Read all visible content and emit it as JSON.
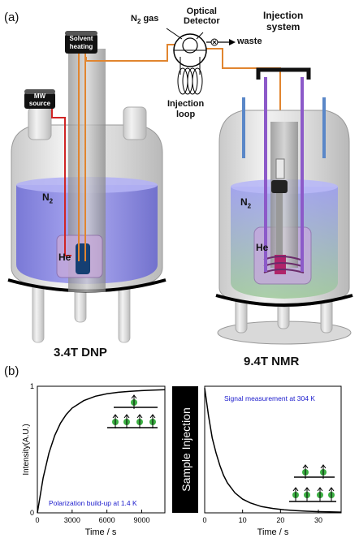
{
  "panel_a": {
    "label": "(a)",
    "n2_gas": "N",
    "n2_gas_sub": "2",
    "n2_gas_rest": " gas",
    "optical_detector": [
      "Optical",
      "Detector"
    ],
    "injection_system": [
      "Injection",
      "system"
    ],
    "waste": "waste",
    "solvent_heating": [
      "Solvent",
      "heating"
    ],
    "mw_source": [
      "MW",
      "source"
    ],
    "injection_loop": [
      "Injection",
      "loop"
    ],
    "dnp_n2": "N",
    "dnp_n2_sub": "2",
    "dnp_he": "He",
    "nmr_n2": "N",
    "nmr_n2_sub": "2",
    "nmr_he": "He",
    "dnp_title": "3.4T DNP",
    "nmr_title": "9.4T NMR"
  },
  "panel_b": {
    "label": "(b)",
    "sample_injection": "Sample Injection",
    "ylabel": "Intensity(A.U.)",
    "left_xlabel": "Time / s",
    "right_xlabel": "Time / s",
    "left_annotation": "Polarization build-up at 1.4 K",
    "right_annotation": "Signal measurement at 304 K",
    "colors": {
      "curve": "#000000",
      "annotation": "#1a1acc",
      "spin": "#3cb043"
    }
  },
  "chart_data": [
    {
      "type": "line",
      "title": "",
      "xlabel": "Time / s",
      "ylabel": "Intensity(A.U.)",
      "annotation": "Polarization build-up at 1.4 K",
      "xlim": [
        0,
        11000
      ],
      "ylim": [
        0,
        1
      ],
      "x_ticks": [
        "0",
        "3000",
        "6000",
        "9000"
      ],
      "x_tick_values": [
        0,
        3000,
        6000,
        9000
      ],
      "y_ticks": [
        "0",
        "1"
      ],
      "y_tick_values": [
        0,
        1
      ],
      "x": [
        0,
        500,
        1000,
        1500,
        2000,
        2500,
        3000,
        4000,
        5000,
        6000,
        7000,
        8000,
        9000,
        10000,
        11000
      ],
      "y": [
        0,
        0.28,
        0.48,
        0.62,
        0.72,
        0.79,
        0.84,
        0.9,
        0.935,
        0.955,
        0.967,
        0.975,
        0.98,
        0.984,
        0.987
      ]
    },
    {
      "type": "line",
      "title": "",
      "xlabel": "Time / s",
      "annotation": "Signal measurement at 304 K",
      "xlim": [
        0,
        36
      ],
      "ylim": [
        0,
        1
      ],
      "x_ticks": [
        "0",
        "10",
        "20",
        "30"
      ],
      "x_tick_values": [
        0,
        10,
        20,
        30
      ],
      "x": [
        0,
        1,
        2,
        3,
        4,
        5,
        6,
        8,
        10,
        12,
        15,
        18,
        21,
        24,
        27,
        30,
        33,
        36
      ],
      "y": [
        1,
        0.78,
        0.6,
        0.48,
        0.38,
        0.3,
        0.24,
        0.16,
        0.11,
        0.08,
        0.05,
        0.035,
        0.025,
        0.018,
        0.013,
        0.01,
        0.008,
        0.006
      ]
    }
  ]
}
